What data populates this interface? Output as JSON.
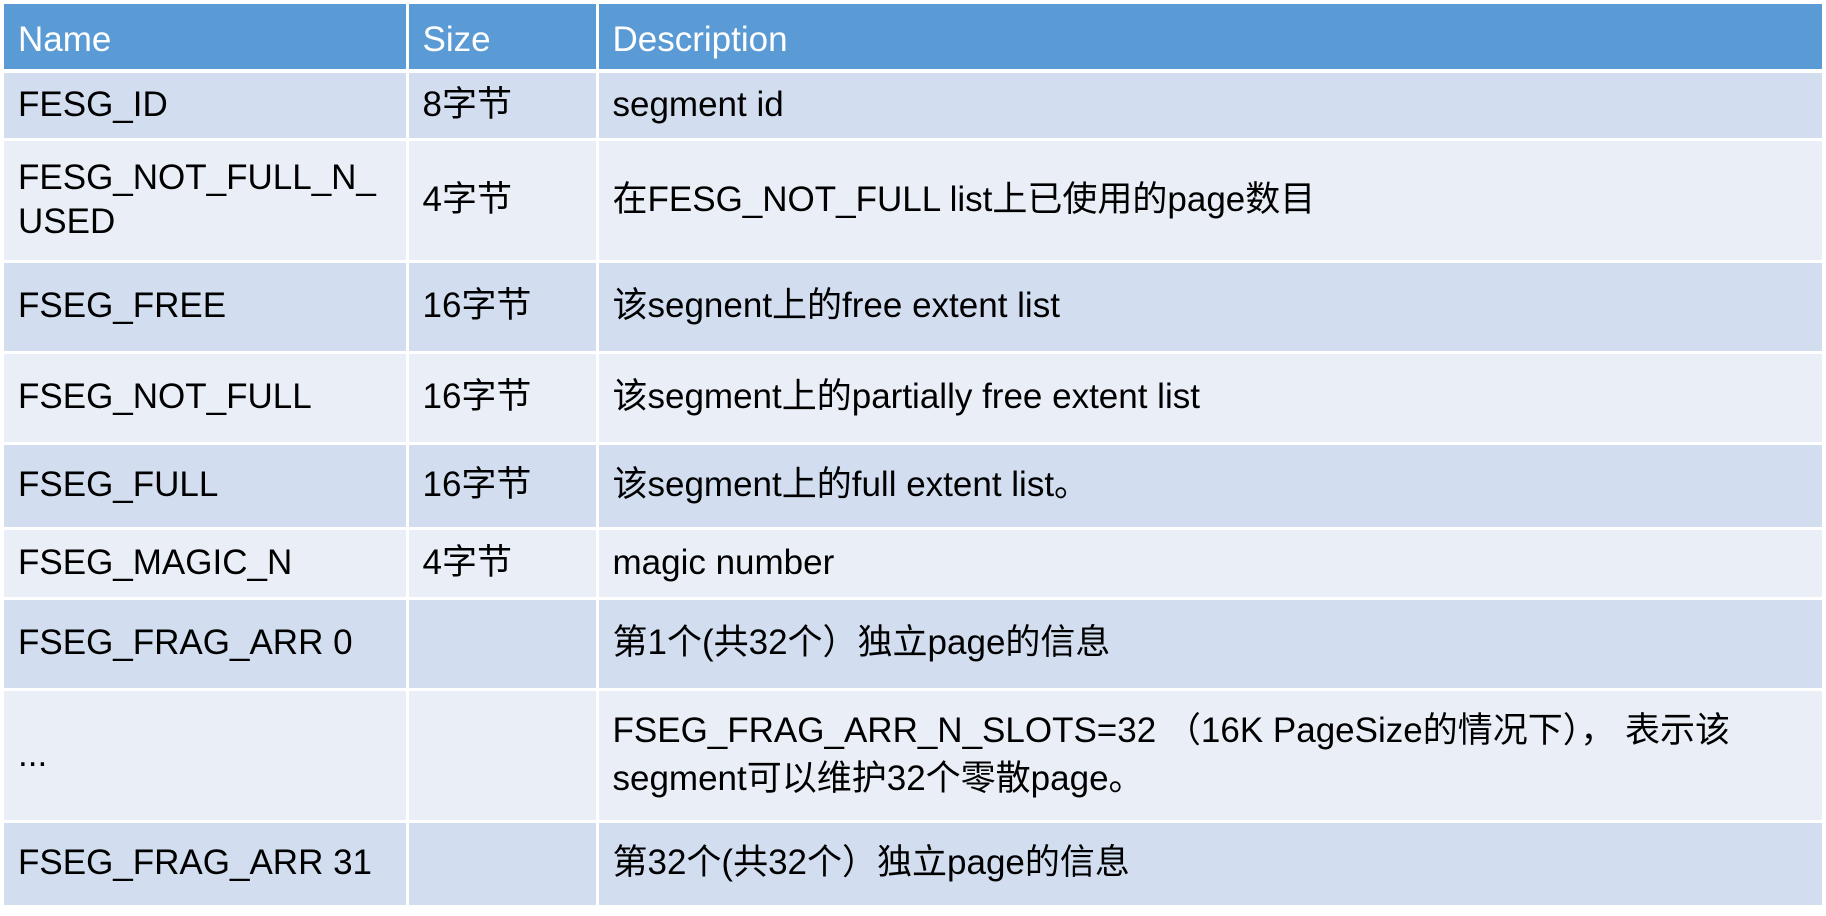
{
  "table": {
    "headers": [
      "Name",
      "Size",
      "Description"
    ],
    "rows": [
      {
        "name": "FESG_ID",
        "size": "8字节",
        "description": "segment id"
      },
      {
        "name": "FESG_NOT_FULL_N_USED",
        "size": "4字节",
        "description": "在FESG_NOT_FULL list上已使用的page数目"
      },
      {
        "name": "FSEG_FREE",
        "size": "16字节",
        "description": "该segnent上的free extent list"
      },
      {
        "name": "FSEG_NOT_FULL",
        "size": "16字节",
        "description": "该segment上的partially free extent list"
      },
      {
        "name": "FSEG_FULL",
        "size": "16字节",
        "description": "该segment上的full extent list。"
      },
      {
        "name": "FSEG_MAGIC_N",
        "size": "4字节",
        "description": "magic number"
      },
      {
        "name": "FSEG_FRAG_ARR 0",
        "size": "",
        "description": "第1个(共32个）独立page的信息"
      },
      {
        "name": "...",
        "size": "",
        "description": "FSEG_FRAG_ARR_N_SLOTS=32 （16K PageSize的情况下）， 表示该segment可以维护32个零散page。"
      },
      {
        "name": "FSEG_FRAG_ARR 31",
        "size": "",
        "description": "第32个(共32个）独立page的信息"
      }
    ]
  },
  "colors": {
    "header_bg": "#5b9bd5",
    "row_odd_bg": "#d2deef",
    "row_even_bg": "#eaeff7"
  }
}
